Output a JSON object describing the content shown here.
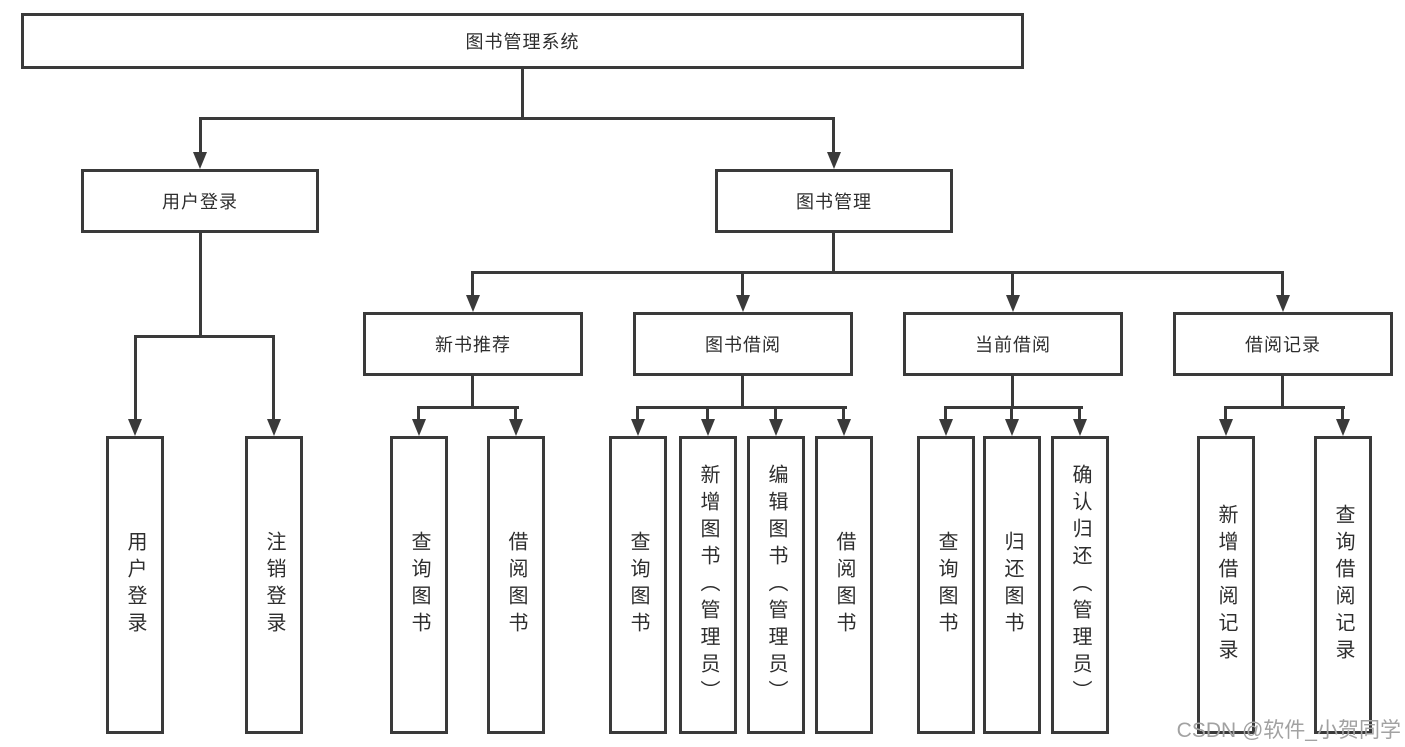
{
  "diagram": {
    "title": "图书管理系统",
    "colors": {
      "line": "#3a3a3a",
      "text": "#2e2e2e",
      "box_fill": "#ffffff",
      "watermark": "#a2a2a2"
    },
    "nodes": {
      "root": "图书管理系统",
      "user_login": "用户登录",
      "book_mgmt": "图书管理",
      "new_book_rec": "新书推荐",
      "book_borrow": "图书借阅",
      "current_borrow": "当前借阅",
      "borrow_records": "借阅记录",
      "ul_login": "用户登录",
      "ul_logout": "注销登录",
      "rec_query_books": "查询图书",
      "rec_borrow_books": "借阅图书",
      "bb_query_books": "查询图书",
      "bb_add_books": "新增图书（管理员）",
      "bb_edit_books": "编辑图书（管理员）",
      "bb_borrow_books": "借阅图书",
      "cb_query_books": "查询图书",
      "cb_return_books": "归还图书",
      "cb_confirm_return": "确认归还（管理员）",
      "br_add_record": "新增借阅记录",
      "br_query_record": "查询借阅记录"
    },
    "watermark": "CSDN @软件_小贺同学"
  }
}
